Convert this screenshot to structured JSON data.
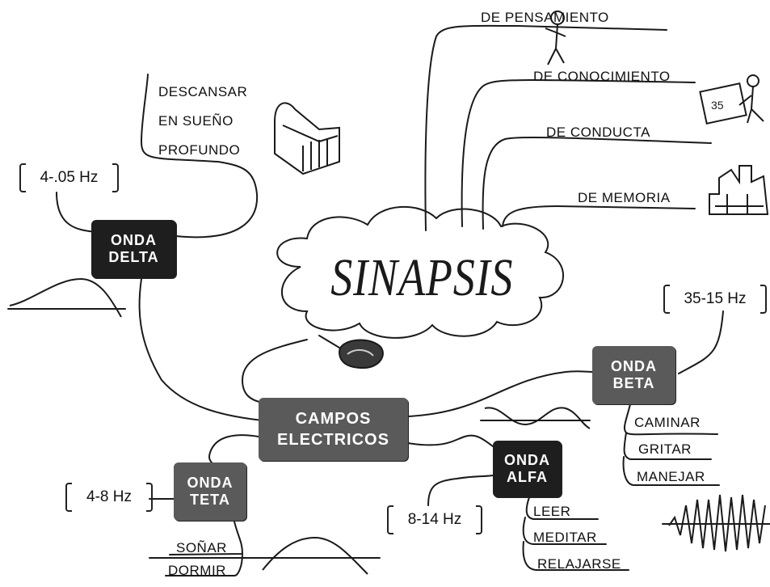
{
  "center": {
    "title": "SINAPSIS"
  },
  "branches": {
    "pensamiento": "DE PENSAMIENTO",
    "conocimiento": "DE CONOCIMIENTO",
    "conducta": "DE CONDUCTA",
    "memoria": "DE MEMORIA"
  },
  "campos": {
    "line1": "CAMPOS",
    "line2": "ELECTRICOS"
  },
  "delta": {
    "line1": "ONDA",
    "line2": "DELTA",
    "freq": "4-.05 Hz",
    "activities": [
      "DESCANSAR",
      "EN SUEÑO",
      "PROFUNDO"
    ]
  },
  "beta": {
    "line1": "ONDA",
    "line2": "BETA",
    "freq": "35-15 Hz",
    "activities": [
      "CAMINAR",
      "GRITAR",
      "MANEJAR"
    ]
  },
  "alfa": {
    "line1": "ONDA",
    "line2": "ALFA",
    "freq": "8-14 Hz",
    "activities": [
      "LEER",
      "MEDITAR",
      "RELAJARSE"
    ]
  },
  "teta": {
    "line1": "ONDA",
    "line2": "TETA",
    "freq": "4-8 Hz",
    "activities": [
      "SOÑAR",
      "DORMIR"
    ]
  },
  "icons": [
    "thinking-figure-icon",
    "writing-figure-icon",
    "bed-icon",
    "castle-icon",
    "brain-icon"
  ]
}
